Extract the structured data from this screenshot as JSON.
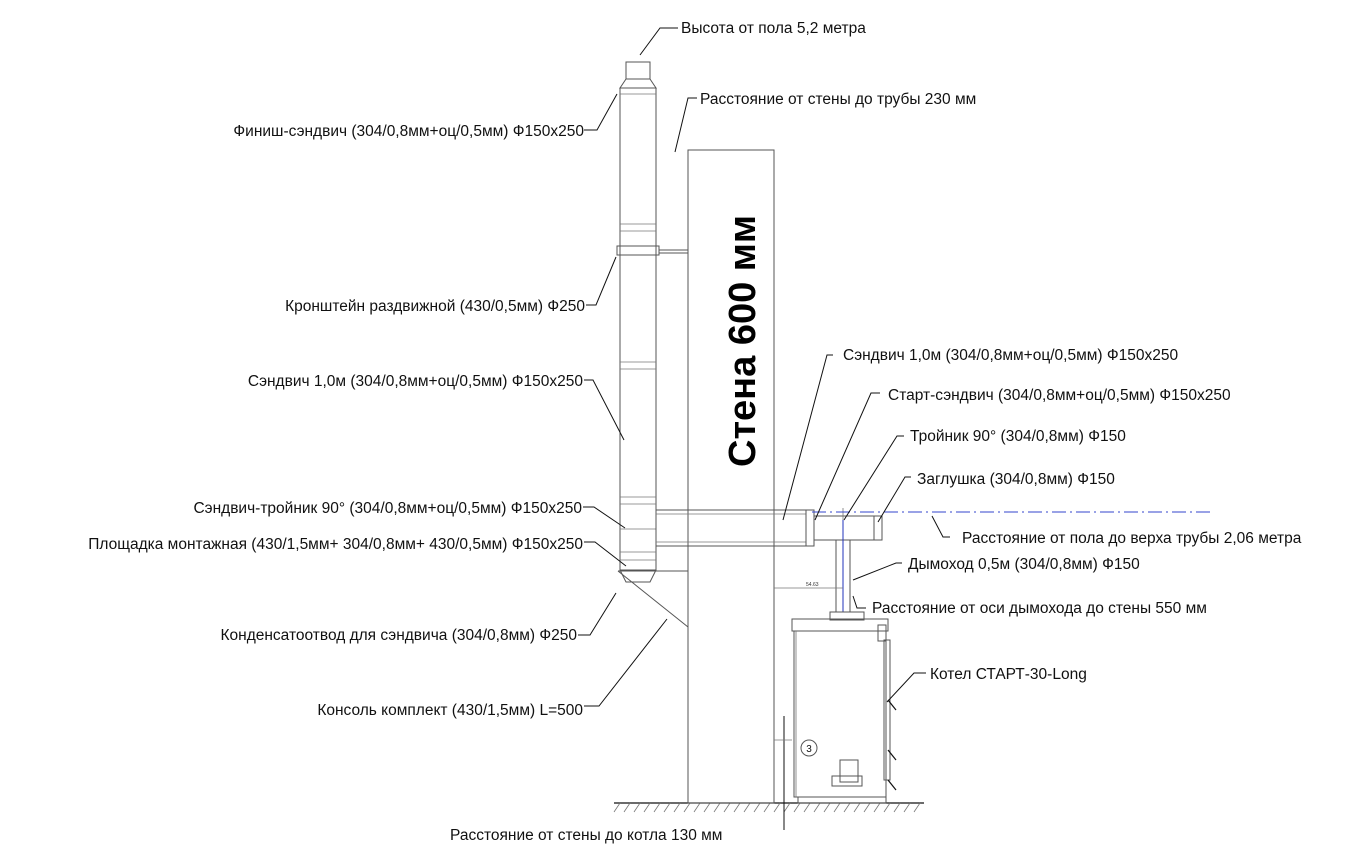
{
  "wall": {
    "title": "Стена 600 мм"
  },
  "labels": {
    "height_from_floor": "Высота от пола 5,2 метра",
    "finish_sandwich": "Финиш-сэндвич (304/0,8мм+оц/0,5мм) Ф150х250",
    "wall_to_pipe": "Расстояние от стены до трубы 230 мм",
    "bracket": "Кронштейн раздвижной (430/0,5мм) Ф250",
    "sandwich_left": "Сэндвич 1,0м (304/0,8мм+оц/0,5мм) Ф150х250",
    "sandwich_tee": "Сэндвич-тройник 90° (304/0,8мм+оц/0,5мм) Ф150х250",
    "platform": "Площадка монтажная (430/1,5мм+ 304/0,8мм+ 430/0,5мм) Ф150х250",
    "condensate": "Конденсатоотвод для сэндвича (304/0,8мм) Ф250",
    "console": "Консоль комплект (430/1,5мм) L=500",
    "wall_to_boiler": "Расстояние от стены до котла 130 мм",
    "sandwich_right": "Сэндвич 1,0м (304/0,8мм+оц/0,5мм) Ф150х250",
    "start_sandwich": "Старт-сэндвич (304/0,8мм+оц/0,5мм) Ф150х250",
    "tee_90": "Тройник 90° (304/0,8мм) Ф150",
    "plug": "Заглушка (304/0,8мм) Ф150",
    "floor_to_pipe_top": "Расстояние от пола до верха трубы 2,06 метра",
    "chimney_05": "Дымоход 0,5м (304/0,8мм) Ф150",
    "axis_to_wall": "Расстояние от оси дымохода до стены 550 мм",
    "boiler": "Котел СТАРТ-30-Long",
    "dim_small": "54.63"
  }
}
